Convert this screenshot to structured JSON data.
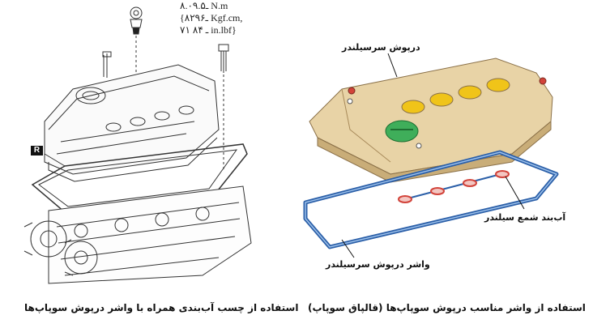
{
  "left_panel": {
    "torque_lines": [
      "۸.۰ـ۹.۵ N.m",
      "{۸۲ـ۹۶ Kgf.cm,",
      "۷۱ ـ ۸۴ in.lbf}"
    ],
    "badge": "R",
    "caption": "استفاده از چسب آب‌بندی همراه با واشر درپوش سوپاپ‌ها"
  },
  "right_panel": {
    "labels": {
      "cover": "درپوش سرسیلندر",
      "plug_seal": "آب‌بند شمع سیلندر",
      "gasket": "واشر درپوش سرسیلندر"
    },
    "caption": "استفاده از واشر مناسب درپوش سوپاپ‌ها (قالپاق سوپاپ)"
  },
  "colors": {
    "cover_fill": "#e8d3a6",
    "cover_shadow": "#c9ad78",
    "gasket_blue": "#2b5fa8",
    "seal_red": "#d2433a",
    "cap_green": "#3fae5a",
    "hole_yellow": "#f0c419"
  }
}
